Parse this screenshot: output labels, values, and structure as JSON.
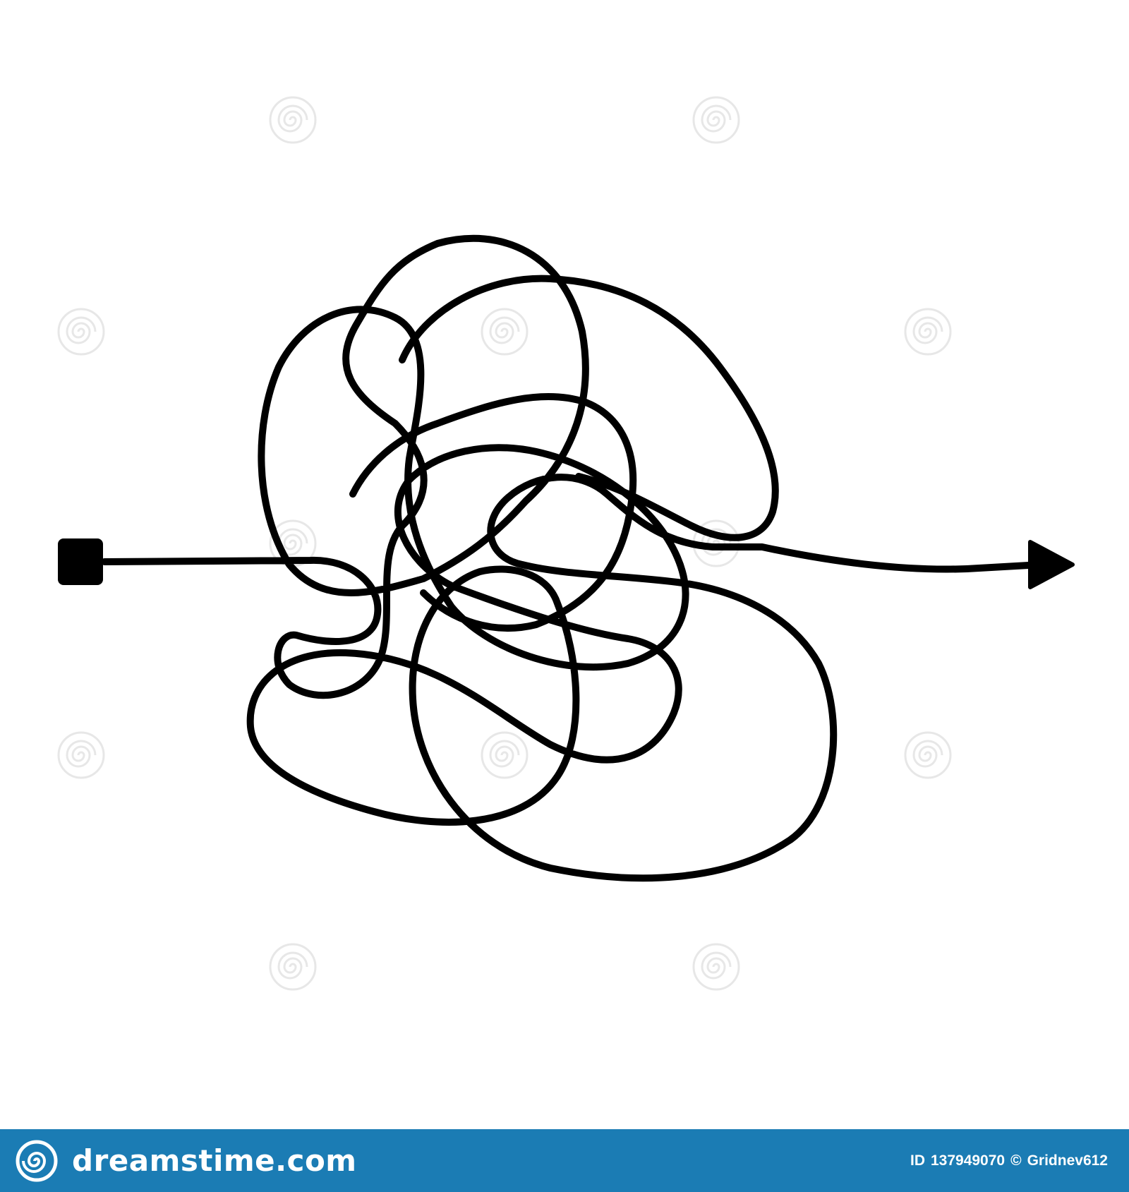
{
  "illustration": {
    "subject": "tangled-line-arrow",
    "line_color": "#000000",
    "background_color": "#ffffff",
    "start_marker_icon": "square-start-icon",
    "end_marker_icon": "triangle-arrowhead-icon"
  },
  "watermark": {
    "text": "dreamstime.com",
    "swirl_icon": "spiral-swirl-icon",
    "color": "#cfcfcf"
  },
  "footer": {
    "background_color": "#1b7cb4",
    "logo_icon": "spiral-swirl-icon",
    "brand": "dreamstime.com",
    "id_label": "ID",
    "id_value": "137949070",
    "copyright": "©",
    "author": "Gridnev612"
  }
}
